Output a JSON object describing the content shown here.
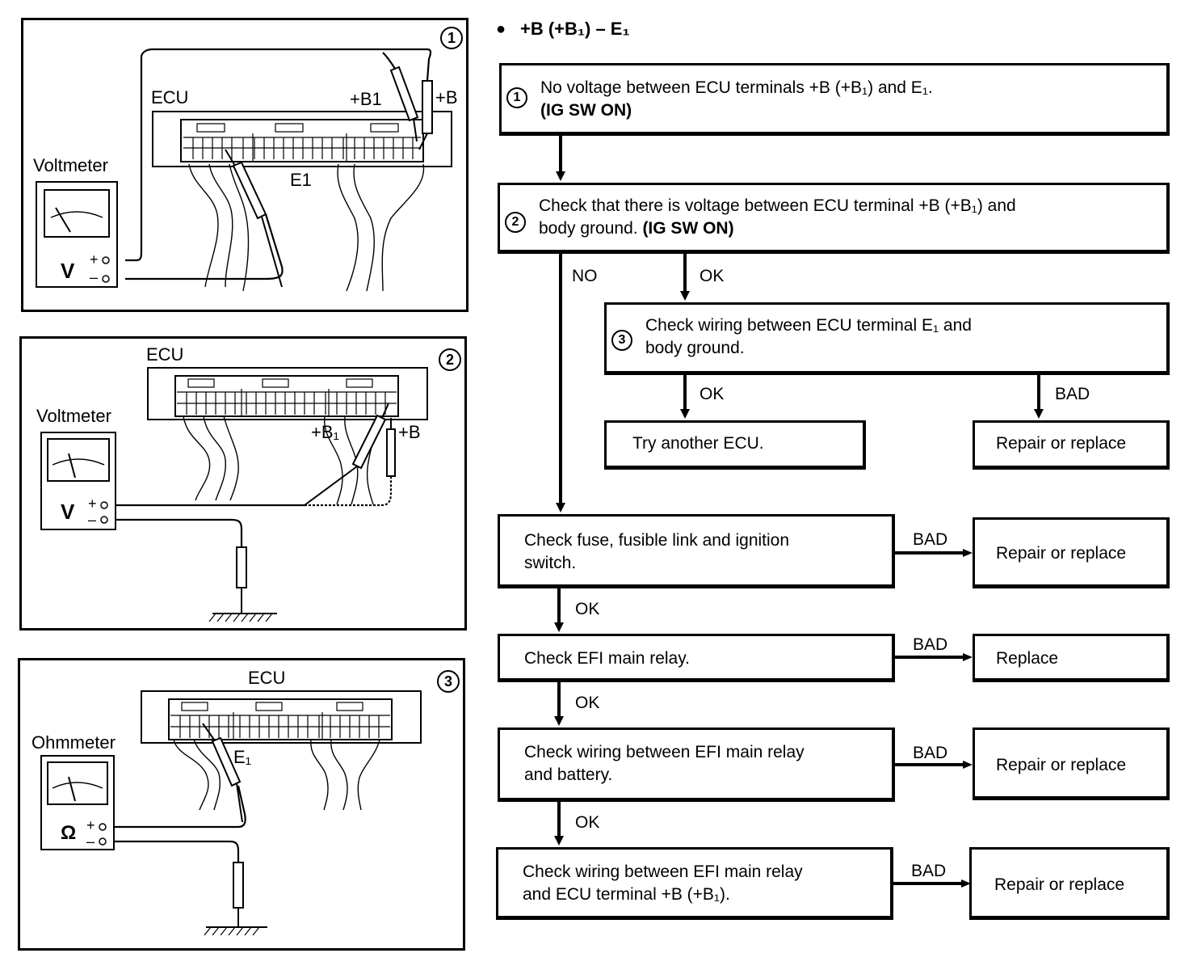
{
  "header": {
    "bullet": "●",
    "title": "+B (+B₁) – E₁"
  },
  "figures": [
    {
      "number": "1",
      "ecu_label": "ECU",
      "meter_label": "Voltmeter",
      "meter_symbol": "V",
      "plus": "+",
      "minus": "–",
      "terminal_labels": [
        "+B1",
        "+B",
        "E1"
      ]
    },
    {
      "number": "2",
      "ecu_label": "ECU",
      "meter_label": "Voltmeter",
      "meter_symbol": "V",
      "plus": "+",
      "minus": "–",
      "terminal_labels": [
        "+B₁",
        "+B"
      ]
    },
    {
      "number": "3",
      "ecu_label": "ECU",
      "meter_label": "Ohmmeter",
      "meter_symbol": "Ω",
      "plus": "+",
      "minus": "–",
      "terminal_labels": [
        "E₁"
      ]
    }
  ],
  "flow": {
    "step1": {
      "num": "1",
      "text": "No voltage between ECU terminals +B (+B₁) and E₁.",
      "cond": "(IG SW ON)"
    },
    "step2": {
      "num": "2",
      "text": "Check that there is voltage between ECU terminal +B (+B₁) and",
      "text2": "body ground. ",
      "cond": "(IG SW ON)"
    },
    "step3": {
      "num": "3",
      "text": "Check wiring between ECU terminal E₁ and",
      "text2": "body ground."
    },
    "try_ecu": "Try another ECU.",
    "repair1": "Repair or replace",
    "fuse": {
      "line1": "Check fuse, fusible link and ignition",
      "line2": "switch."
    },
    "repair2": "Repair or replace",
    "relay": "Check EFI main relay.",
    "replace": "Replace",
    "wiring_battery": {
      "line1": "Check wiring between EFI main relay",
      "line2": "and battery."
    },
    "repair3": "Repair or replace",
    "wiring_ecu": {
      "line1": "Check wiring between EFI main relay",
      "line2": "and ECU terminal +B (+B₁)."
    },
    "repair4": "Repair or replace",
    "labels": {
      "no": "NO",
      "ok_step2": "OK",
      "ok_step3": "OK",
      "bad_step3": "BAD",
      "bad_fuse": "BAD",
      "ok_fuse": "OK",
      "bad_relay": "BAD",
      "ok_relay": "OK",
      "bad_battery": "BAD",
      "ok_battery": "OK",
      "bad_ecu": "BAD"
    }
  }
}
